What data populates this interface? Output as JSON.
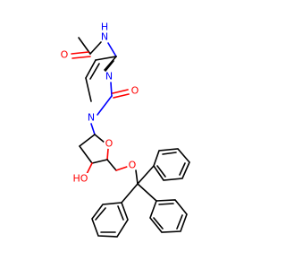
{
  "colors": {
    "background": "#ffffff",
    "carbon": "#000000",
    "nitrogen": "#0000ff",
    "oxygen": "#ff0000"
  },
  "atoms": {
    "acetyl_o": {
      "text": "O",
      "element": "O"
    },
    "nh": {
      "text": "N",
      "element": "N"
    },
    "h": {
      "text": "H",
      "element": "N"
    },
    "n3": {
      "text": "N",
      "element": "N"
    },
    "n1": {
      "text": "N",
      "element": "N"
    },
    "c2_o": {
      "text": "O",
      "element": "O"
    },
    "ring_o": {
      "text": "O",
      "element": "O"
    },
    "ho": {
      "text": "HO",
      "element": "O"
    },
    "ether_o": {
      "text": "O",
      "element": "O"
    }
  }
}
